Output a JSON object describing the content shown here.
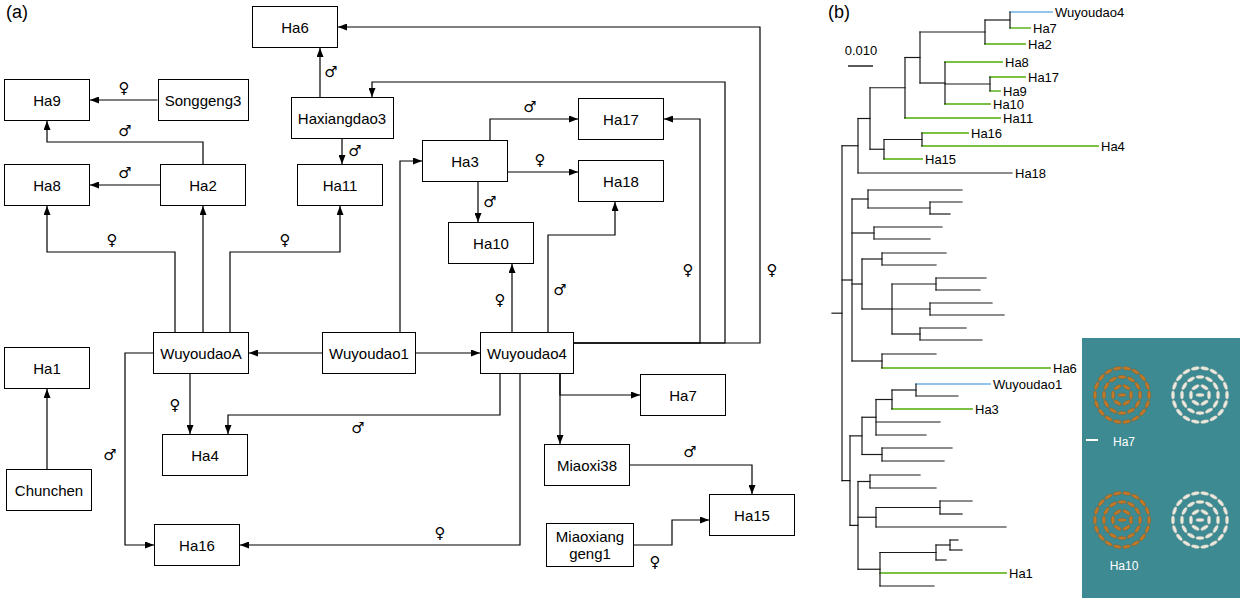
{
  "diagram": {
    "nodes": [
      {
        "text": [
          "Ha6"
        ]
      },
      {
        "text": [
          "Ha9"
        ]
      },
      {
        "text": [
          "Songgeng3"
        ]
      },
      {
        "text": [
          "Haxiangdao3"
        ]
      },
      {
        "text": [
          "Ha17"
        ]
      },
      {
        "text": [
          "Ha8"
        ]
      },
      {
        "text": [
          "Ha2"
        ]
      },
      {
        "text": [
          "Ha11"
        ]
      },
      {
        "text": [
          "Ha3"
        ]
      },
      {
        "text": [
          "Ha18"
        ]
      },
      {
        "text": [
          "Ha10"
        ]
      },
      {
        "text": [
          "Ha1"
        ]
      },
      {
        "text": [
          "WuyoudaoA"
        ]
      },
      {
        "text": [
          "Wuyoudao1"
        ]
      },
      {
        "text": [
          "Wuyoudao4"
        ]
      },
      {
        "text": [
          "Ha7"
        ]
      },
      {
        "text": [
          "Ha4"
        ]
      },
      {
        "text": [
          "Miaoxi38"
        ]
      },
      {
        "text": [
          "Chunchen"
        ]
      },
      {
        "text": [
          "Ha15"
        ]
      },
      {
        "text": [
          "Ha16"
        ]
      },
      {
        "text": [
          "Miaoxiang geng1"
        ]
      }
    ],
    "edges": [
      {
        "from": 2,
        "to": 1,
        "label": "♀",
        "arrow": "to"
      },
      {
        "from": 6,
        "to": 1,
        "label": "♂",
        "arrow": "to"
      },
      {
        "from": 6,
        "to": 5,
        "label": "♂",
        "arrow": "to"
      },
      {
        "from": 12,
        "to": 5,
        "label": "♀",
        "arrow": "to"
      },
      {
        "from": 12,
        "to": 6,
        "arrow": "to"
      },
      {
        "from": 12,
        "to": 7,
        "label": "♀",
        "arrow": "to"
      },
      {
        "from": 3,
        "to": 0,
        "label": "♂",
        "arrow": "to"
      },
      {
        "from": 3,
        "to": 7,
        "label": "♂",
        "arrow": "to"
      },
      {
        "from": 13,
        "to": 8,
        "arrow": "to"
      },
      {
        "from": 13,
        "to": 12,
        "arrow": "to"
      },
      {
        "from": 13,
        "to": 14,
        "arrow": "to"
      },
      {
        "from": 8,
        "to": 4,
        "label": "♂",
        "arrow": "to"
      },
      {
        "from": 8,
        "to": 9,
        "label": "♀",
        "arrow": "to"
      },
      {
        "from": 8,
        "to": 10,
        "label": "♂",
        "arrow": "to"
      },
      {
        "from": 14,
        "to": 10,
        "label": "♀",
        "arrow": "to"
      },
      {
        "from": 14,
        "to": 9,
        "label": "♂",
        "arrow": "to"
      },
      {
        "from": 14,
        "to": 4,
        "label": "♀",
        "arrow": "to"
      },
      {
        "from": 14,
        "to": 3,
        "arrow": "to"
      },
      {
        "from": 14,
        "to": 0,
        "label": "♀",
        "arrow": "to"
      },
      {
        "from": 14,
        "to": 15,
        "arrow": "to"
      },
      {
        "from": 14,
        "to": 17,
        "arrow": "to"
      },
      {
        "from": 17,
        "to": 19,
        "label": "♂",
        "arrow": "to"
      },
      {
        "from": 21,
        "to": 19,
        "label": "♀",
        "arrow": "to"
      },
      {
        "from": 12,
        "to": 16,
        "label": "♀",
        "arrow": "to"
      },
      {
        "from": 14,
        "to": 16,
        "label": "♂",
        "arrow": "to"
      },
      {
        "from": 18,
        "to": 11,
        "arrow": "to"
      },
      {
        "from": 12,
        "to": 20,
        "label": "♂",
        "arrow": "to"
      },
      {
        "from": 14,
        "to": 20,
        "label": "♀",
        "arrow": "to"
      }
    ],
    "labels": [
      "(a)",
      "(b)",
      "0.010",
      "Wuyoudao4",
      "Ha7",
      "Ha2",
      "Ha8",
      "Ha17",
      "Ha9",
      "Ha10",
      "Ha11",
      "Ha16",
      "Ha4",
      "Ha15",
      "Ha18",
      "Ha6",
      "Wuyoudao1",
      "Ha3",
      "Ha1",
      "Ha7",
      "Ha10"
    ]
  }
}
